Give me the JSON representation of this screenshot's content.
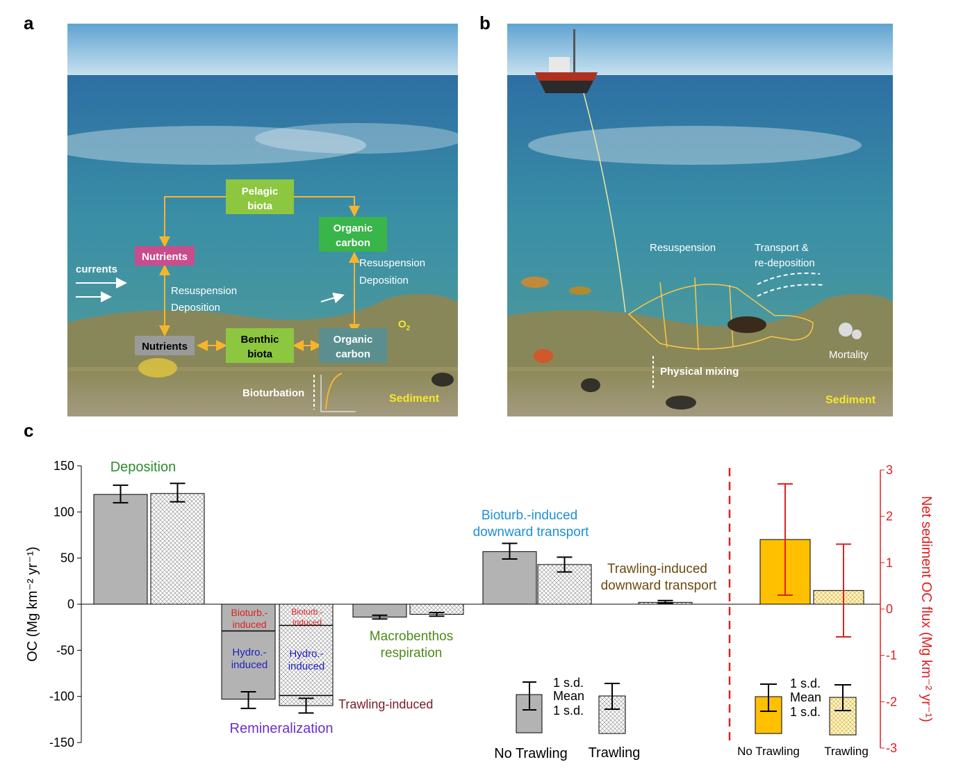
{
  "panels": {
    "a": {
      "label": "a",
      "boxes": {
        "pelagic_biota": [
          "Pelagic",
          "biota"
        ],
        "organic_carbon_water": [
          "Organic",
          "carbon"
        ],
        "nutrients_water": "Nutrients",
        "nutrients_sediment": "Nutrients",
        "benthic_biota": [
          "Benthic",
          "biota"
        ],
        "organic_carbon_sediment": [
          "Organic",
          "carbon"
        ]
      },
      "labels": {
        "currents": "currents",
        "resuspension_left": "Resuspension",
        "deposition_left": "Deposition",
        "resuspension_right": "Resuspension",
        "deposition_right": "Deposition",
        "o2": "O",
        "o2_sub": "2",
        "bioturbation": "Bioturbation",
        "sediment": "Sediment"
      },
      "colors": {
        "pelagic_box": "#8dc63f",
        "organic_water_box": "#39b54a",
        "nutrients_water_box": "#c94c8c",
        "nutrients_sed_box": "#9a9a9a",
        "benthic_box": "#8dc63f",
        "organic_sed_box": "#5b8f8f",
        "arrow": "#f7b52c"
      }
    },
    "b": {
      "label": "b",
      "labels": {
        "resuspension": "Resuspension",
        "transport_1": "Transport &",
        "transport_2": "re-deposition",
        "physical_mixing": "Physical mixing",
        "mortality": "Mortality",
        "sediment": "Sediment"
      }
    },
    "c": {
      "label": "c",
      "annotations": {
        "deposition": "Deposition",
        "bioturb_induced_1": "Bioturb.-",
        "bioturb_induced_2": "induced",
        "bioturb_induced_t1": "Bioturb.-",
        "bioturb_induced_t2": "induced",
        "hydro_induced_1": "Hydro.-",
        "hydro_induced_2": "induced",
        "hydro_induced_t1": "Hydro.-",
        "hydro_induced_t2": "induced",
        "trawling_induced": "Trawling-induced",
        "remineralization": "Remineralization",
        "macrobenthos_1": "Macrobenthos",
        "macrobenthos_2": "respiration",
        "bioturb_down_1": "Bioturb.-induced",
        "bioturb_down_2": "downward transport",
        "trawl_down_1": "Trawling-induced",
        "trawl_down_2": "downward transport"
      },
      "legend_left": {
        "sd_top": "1 s.d.",
        "mean": "Mean",
        "sd_bottom": "1 s.d.",
        "no_trawling": "No Trawling",
        "trawling": "Trawling"
      },
      "legend_right": {
        "sd_top": "1 s.d.",
        "mean": "Mean",
        "sd_bottom": "1 s.d.",
        "no_trawling": "No Trawling",
        "trawling": "Trawling"
      },
      "colors": {
        "deposition_text": "#2e8b2e",
        "bioturb_text": "#e02020",
        "hydro_text": "#1f1fbf",
        "trawling_induced_text": "#7a1a2a",
        "remineralization_text": "#6a2fd0",
        "macrobenthos_text": "#4a8a1a",
        "bioturb_down_text": "#1e8fd6",
        "trawl_down_text": "#6b4a10",
        "right_axis": "#e02020",
        "gray_bar": "#b3b3b3",
        "gold_bar": "#ffc000"
      }
    }
  },
  "chart_data": [
    {
      "type": "bar",
      "ylabel": "OC (Mg km⁻² yr⁻¹)",
      "ylim": [
        -150,
        150
      ],
      "yticks": [
        "150",
        "100",
        "50",
        "0",
        "-50",
        "-100",
        "-150"
      ],
      "series": [
        {
          "name": "No Trawling",
          "values": [
            119,
            -103,
            -14,
            57
          ]
        },
        {
          "name": "Trawling",
          "values": [
            120,
            -110,
            -11,
            43,
            2
          ]
        }
      ],
      "errors": {
        "No Trawling": [
          [
            110,
            129
          ],
          [
            -113,
            -95
          ],
          [
            -16,
            -12
          ],
          [
            49,
            66
          ]
        ],
        "Trawling": [
          [
            111,
            131
          ],
          [
            -118,
            -102
          ],
          [
            -13,
            -9
          ],
          [
            35,
            51
          ],
          [
            1,
            4
          ]
        ]
      },
      "stack_splits": {
        "No Trawling_bioturb_bottom": -29,
        "Trawling_bioturb_bottom": -23,
        "Trawling_hydro_bottom": -99
      }
    },
    {
      "type": "bar",
      "ylabel": "Net sediment OC flux (Mg km⁻² yr⁻¹)",
      "ylim": [
        -3,
        3
      ],
      "yticks": [
        "3",
        "2",
        "1",
        "0",
        "-1",
        "-2",
        "-3"
      ],
      "series": [
        {
          "name": "No Trawling",
          "values": [
            1.5
          ]
        },
        {
          "name": "Trawling",
          "values": [
            0.4
          ]
        }
      ],
      "errors": {
        "No Trawling": [
          [
            0.3,
            2.7
          ]
        ],
        "Trawling": [
          [
            -0.6,
            1.4
          ]
        ]
      }
    }
  ]
}
